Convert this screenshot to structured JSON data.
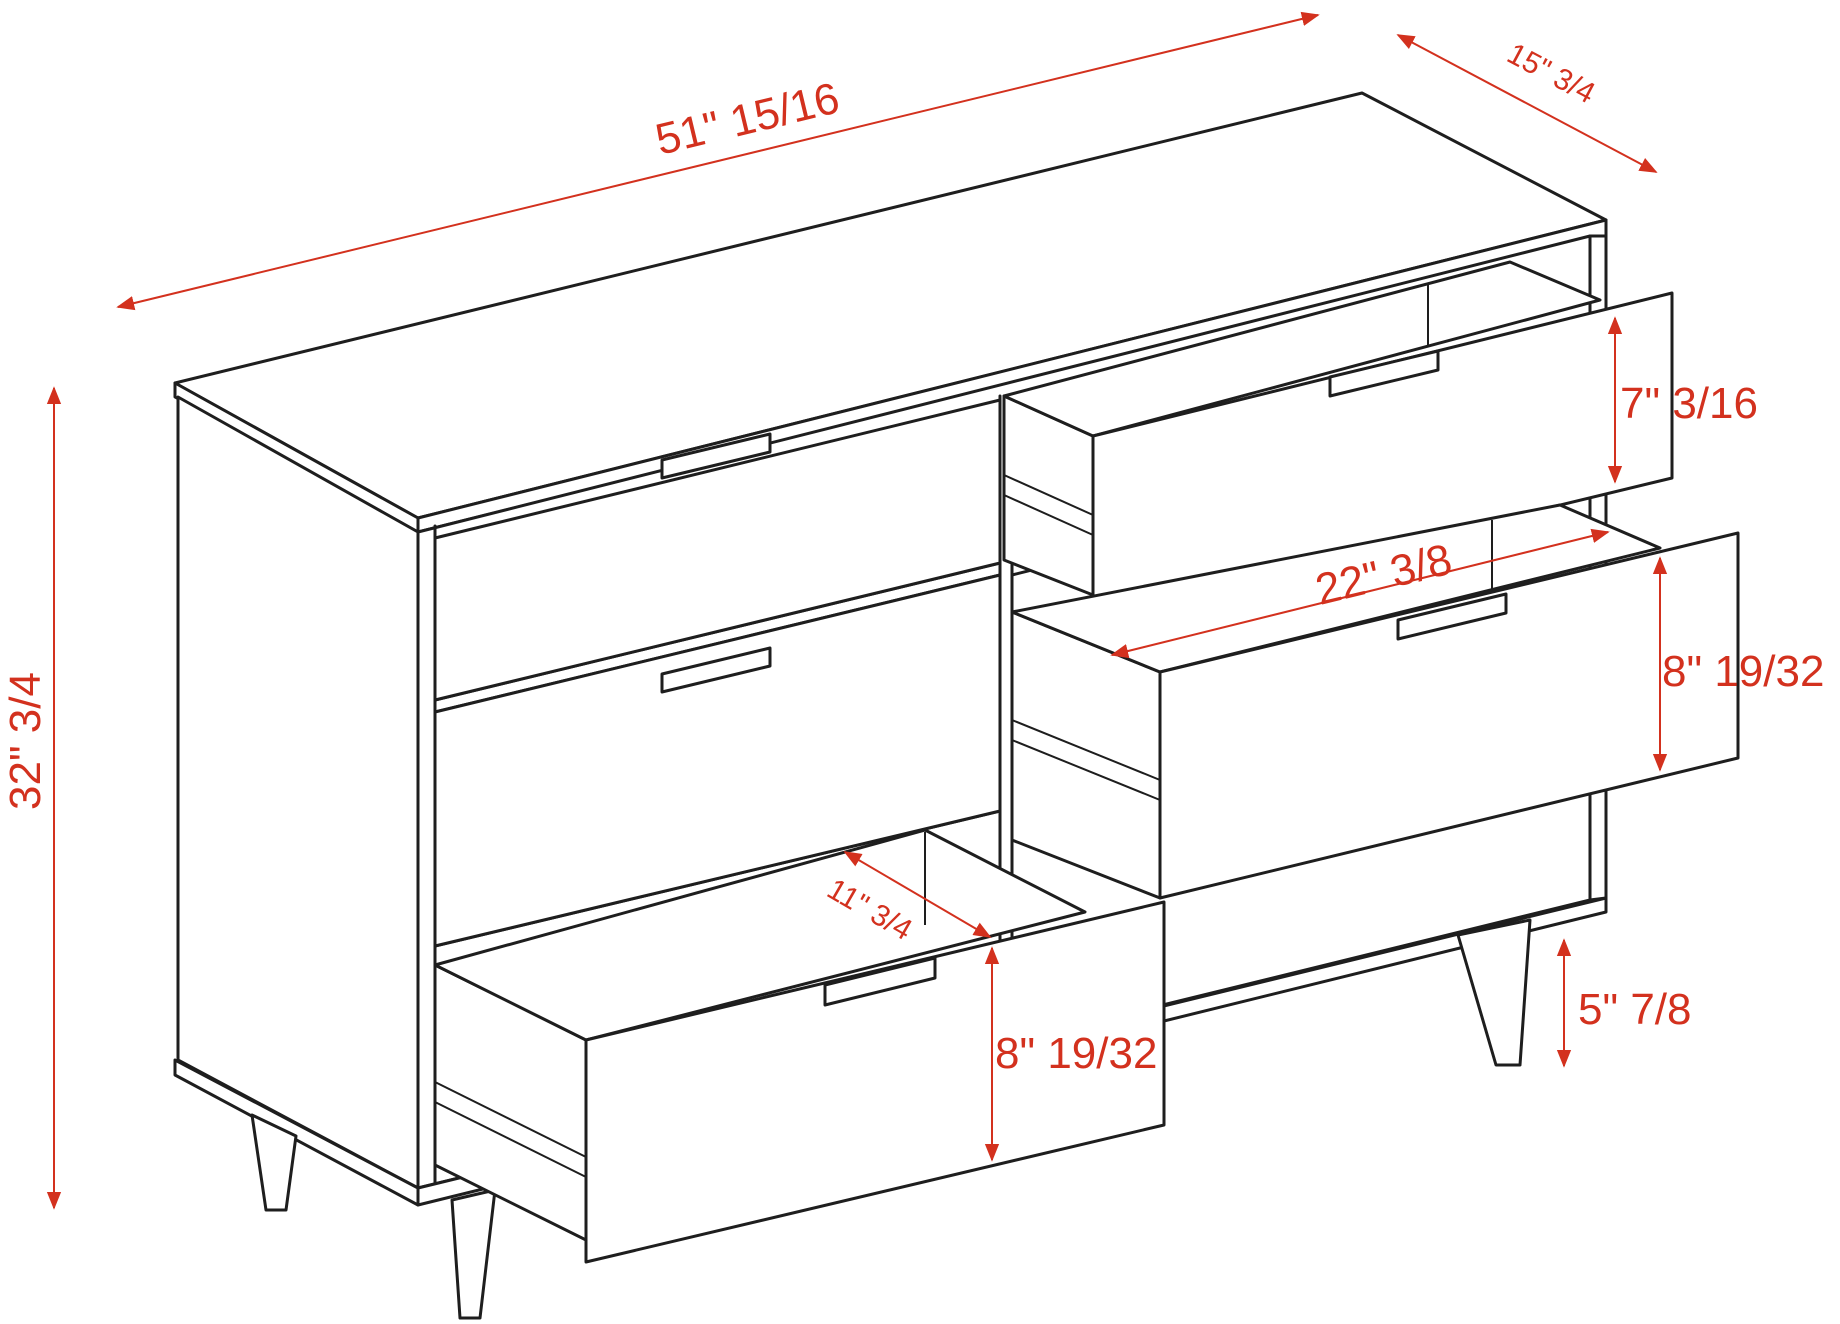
{
  "colors": {
    "dimension": "#d3311e",
    "outline": "#1e1e1e",
    "background": "#ffffff"
  },
  "dimensions": {
    "width": "51\" 15/16",
    "depth": "15\" 3/4",
    "height": "32\" 3/4",
    "top_drawer_height": "7\" 3/16",
    "drawer_width": "22\" 3/8",
    "middle_drawer_height": "8\" 19/32",
    "bottom_drawer_height": "8\" 19/32",
    "drawer_depth": "11\" 3/4",
    "leg_height": "5\" 7/8"
  }
}
